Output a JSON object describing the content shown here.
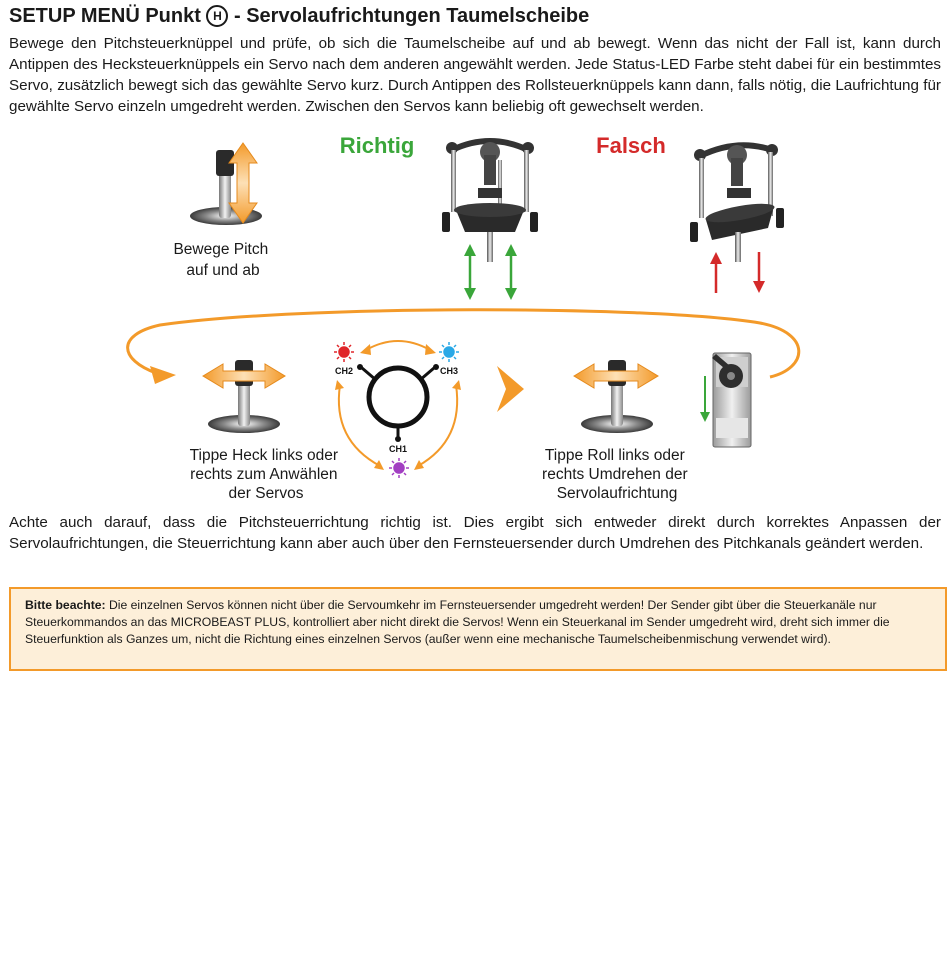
{
  "header": {
    "title_prefix": "SETUP MENÜ Punkt",
    "title_letter": "H",
    "title_suffix": "- Servolaufrichtungen Taumelscheibe"
  },
  "intro": "Bewege den Pitchsteuerknüppel und prüfe, ob sich die Taumelscheibe auf und ab bewegt. Wenn das nicht der Fall ist, kann durch Antippen des Hecksteuerknüppels ein Servo nach dem anderen angewählt werden. Jede Status-LED Farbe steht dabei für ein bestimmtes Servo, zusätzlich bewegt sich das gewählte Servo kurz. Durch Antippen des Rollsteuerknüppels kann dann, falls nötig, die Laufrichtung für gewählte Servo einzeln umgedreht werden. Zwischen den Servos kann beliebig oft gewechselt werden.",
  "diagram": {
    "pitch_label": [
      "Bewege Pitch",
      "auf und ab"
    ],
    "correct_label": "Richtig",
    "wrong_label": "Falsch",
    "channels": {
      "ch1": "CH1",
      "ch2": "CH2",
      "ch3": "CH3"
    },
    "led_colors": {
      "ch1": "#a23fc2",
      "ch2": "#e0262a",
      "ch3": "#2aa8e6"
    },
    "rudder_label": [
      "Tippe Heck links oder",
      "rechts zum Anwählen",
      "der Servos"
    ],
    "roll_label": [
      "Tippe Roll links oder",
      "rechts Umdrehen der",
      "Servolaufrichtung"
    ],
    "colors": {
      "correct": "#3aa63a",
      "wrong": "#d42a2a",
      "accent": "#f39a2a"
    }
  },
  "para2": "Achte auch darauf, dass die Pitchsteuerrichtung richtig ist. Dies ergibt sich entweder direkt durch korrektes Anpassen der Servolaufrichtungen, die Steuerrichtung kann aber auch über den Fernsteuersender durch Umdrehen des Pitchkanals geändert werden.",
  "note": {
    "label": "Bitte beachte:",
    "text": " Die einzelnen Servos können nicht über die Servoumkehr im Fernsteuersender umgedreht werden! Der Sender gibt über die Steuerkanäle nur Steuerkommandos an das MICROBEAST PLUS, kontrolliert aber nicht direkt die Servos! Wenn ein Steuerkanal im Sender umgedreht wird, dreht sich immer die Steuerfunktion als Ganzes um, nicht die Richtung eines einzelnen Servos (außer wenn eine mechanische Taumelscheibenmischung verwendet wird)."
  }
}
